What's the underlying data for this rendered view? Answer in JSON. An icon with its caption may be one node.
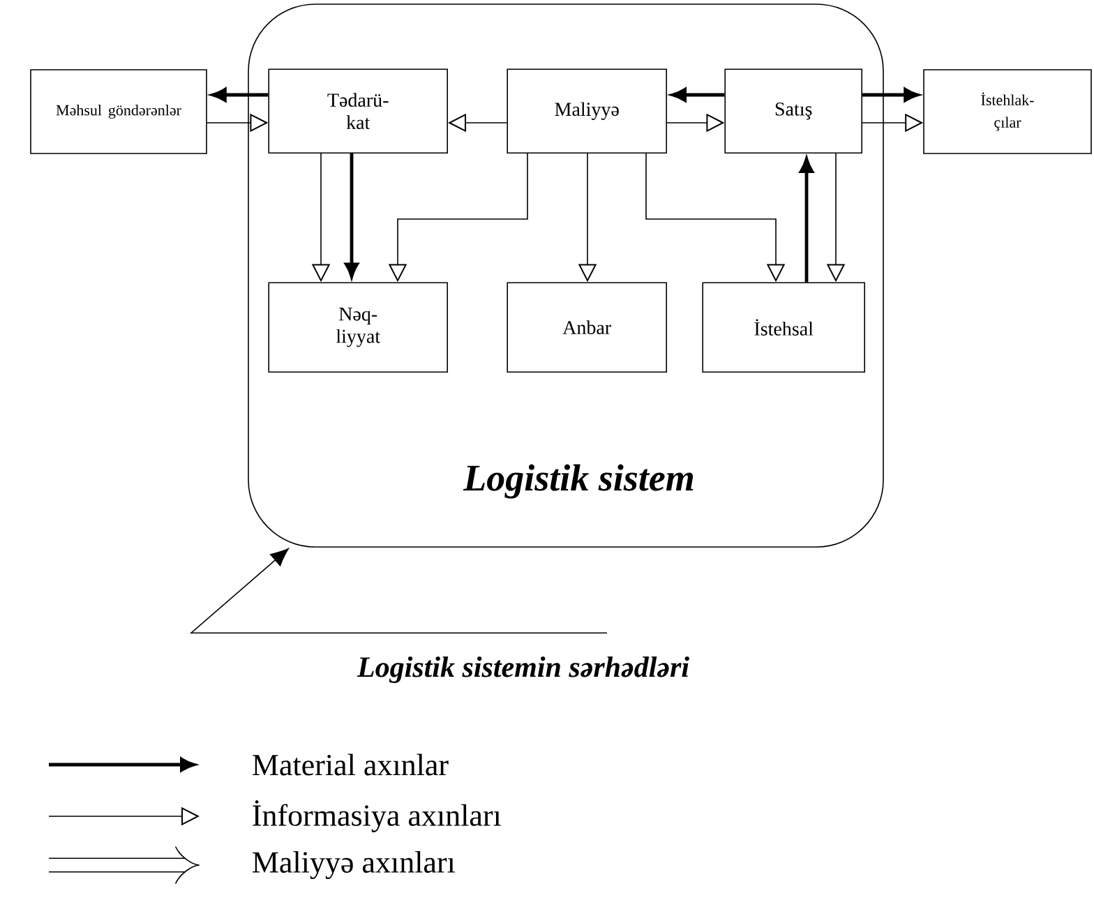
{
  "diagram": {
    "nodes": [
      {
        "text": [
          "Logistik sistem"
        ]
      },
      {
        "text": [
          "Məhsul göndərənlər"
        ]
      },
      {
        "text": [
          "Tədarü- kat"
        ],
        "in": 0
      },
      {
        "text": [
          "Maliyyə"
        ],
        "in": 0
      },
      {
        "text": [
          "Satış"
        ],
        "in": 0
      },
      {
        "text": [
          "İstehlak- çılar"
        ]
      },
      {
        "text": [
          "Nəq- liyyat"
        ],
        "in": 0
      },
      {
        "text": [
          "Anbar"
        ],
        "in": 0
      },
      {
        "text": [
          "İstehsal"
        ],
        "in": 0
      },
      {
        "text": [
          "Logistik sistemin sərhədləri"
        ]
      }
    ],
    "edges": [
      {
        "from": 2,
        "to": 1,
        "arrow": "to",
        "style": "thick"
      },
      {
        "from": 1,
        "to": 2,
        "arrow": "to"
      },
      {
        "from": 3,
        "to": 2,
        "arrow": "to"
      },
      {
        "from": 4,
        "to": 3,
        "arrow": "to",
        "style": "thick"
      },
      {
        "from": 3,
        "to": 4,
        "arrow": "to"
      },
      {
        "from": 4,
        "to": 5,
        "arrow": "to",
        "style": "thick"
      },
      {
        "from": 4,
        "to": 5,
        "arrow": "to"
      },
      {
        "from": 2,
        "to": 6,
        "arrow": "to"
      },
      {
        "from": 2,
        "to": 6,
        "arrow": "to",
        "style": "thick"
      },
      {
        "from": 3,
        "to": 6,
        "arrow": "to"
      },
      {
        "from": 3,
        "to": 7,
        "arrow": "to"
      },
      {
        "from": 3,
        "to": 8,
        "arrow": "to"
      },
      {
        "from": 8,
        "to": 4,
        "arrow": "to",
        "style": "thick"
      },
      {
        "from": 4,
        "to": 8,
        "arrow": "to"
      },
      {
        "from": 9,
        "to": 0,
        "arrow": "to"
      }
    ],
    "legend": [
      {
        "text": "Material axınlar"
      },
      {
        "text": "İnformasiya axınları"
      },
      {
        "text": "Maliyyə axınları"
      }
    ]
  }
}
